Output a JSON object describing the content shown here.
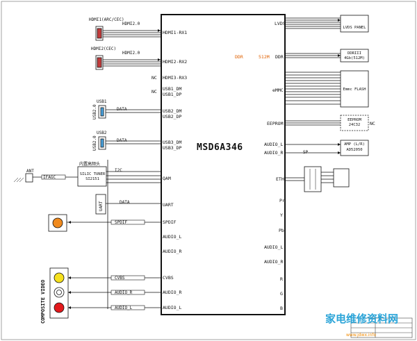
{
  "chip": {
    "name": "MSD6A346"
  },
  "left_pins": [
    {
      "id": "hdmi1",
      "label": "HDMI1-RX1"
    },
    {
      "id": "hdmi2",
      "label": "HDMI2-RX2"
    },
    {
      "id": "hdmi3",
      "label": "HDMI3-RX3"
    },
    {
      "id": "usb1dm",
      "label": "USB1_DM"
    },
    {
      "id": "usb1dp",
      "label": "USB1_DP"
    },
    {
      "id": "usb2dm",
      "label": "USB2_DM"
    },
    {
      "id": "usb2dp",
      "label": "USB2_DP"
    },
    {
      "id": "usb3dm",
      "label": "USB3_DM"
    },
    {
      "id": "usb3dp",
      "label": "USB3_DP"
    },
    {
      "id": "qam",
      "label": "QAM"
    },
    {
      "id": "uart",
      "label": "UART"
    },
    {
      "id": "spdif",
      "label": "SPDIF"
    },
    {
      "id": "audl1",
      "label": "AUDIO_L"
    },
    {
      "id": "audr1",
      "label": "AUDIO_R"
    },
    {
      "id": "cvbs",
      "label": "CVBS"
    },
    {
      "id": "audr2",
      "label": "AUDIO_R"
    },
    {
      "id": "audl2",
      "label": "AUDIO_L"
    }
  ],
  "right_pins": [
    {
      "id": "lvds",
      "label": "LVDS"
    },
    {
      "id": "ddr",
      "label": "DDR"
    },
    {
      "id": "emmc",
      "label": "eMMC"
    },
    {
      "id": "eeprom",
      "label": "EEPROM"
    },
    {
      "id": "raudl",
      "label": "AUDIO_L"
    },
    {
      "id": "raudr",
      "label": "AUDIO_R"
    },
    {
      "id": "eth",
      "label": "ETH"
    },
    {
      "id": "pr",
      "label": "Pr"
    },
    {
      "id": "y",
      "label": "Y"
    },
    {
      "id": "pb",
      "label": "Pb"
    },
    {
      "id": "raudl2",
      "label": "AUDIO_L"
    },
    {
      "id": "raudr2",
      "label": "AUDIO_R"
    },
    {
      "id": "r",
      "label": "R"
    },
    {
      "id": "g",
      "label": "G"
    },
    {
      "id": "b",
      "label": "B"
    }
  ],
  "nc_marks": [
    {
      "id": "nc1",
      "label": "NC"
    },
    {
      "id": "nc2",
      "label": "NC"
    },
    {
      "id": "nc3",
      "label": "NC"
    }
  ],
  "ddr_note": "DDR",
  "ddr_size": "512M",
  "hdmi1_conn": "HDMI1(ARC/CEC)",
  "hdmi1_ver": "HDMI2.0",
  "hdmi2_conn": "HDMI2(CEC)",
  "hdmi2_ver": "HDMI2.0",
  "usb1_label": "USB1",
  "usb2_label": "USB2",
  "usb_type": "USB2.0",
  "tuner_title": "内置高频头",
  "tuner_name": "SILIC TUNER",
  "tuner_part": "SI2151",
  "ant_label": "ANT",
  "uart_label": "UART",
  "composite_label": "COMPOSITE VIDEO",
  "right_boxes": {
    "lvds": "LVDS PANEL",
    "ddr1": "DDRIII",
    "ddr2": "4Gb(512M)",
    "emmc": "Emmc FLASH",
    "eeprom1": "EEPROM",
    "eeprom2": "24C32",
    "amp1": "AMP (L/R)",
    "amp2": "AD52050"
  },
  "wire_labels": {
    "data": "DATA",
    "cvbs": "CVBS",
    "spdif": "SPDIF",
    "audl": "AUDIO_L",
    "audr": "AUDIO_R",
    "ifagc": "IFAGC",
    "i2c": "I2C",
    "spk": "SP"
  },
  "watermark": "家电维修资料网",
  "watermark_url": "www.jdwx.info"
}
